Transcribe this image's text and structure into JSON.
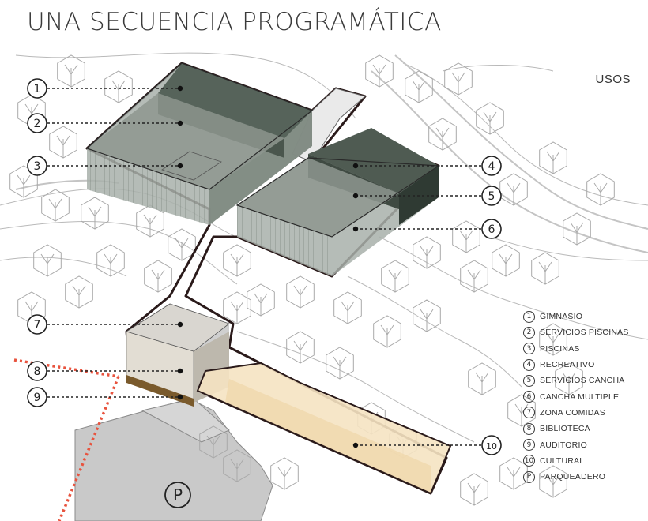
{
  "title": "UNA SECUENCIA PROGRAMÁTICA",
  "usos_label": "USOS",
  "parking_symbol": "P",
  "callouts": [
    {
      "number": "1"
    },
    {
      "number": "2"
    },
    {
      "number": "3"
    },
    {
      "number": "4"
    },
    {
      "number": "5"
    },
    {
      "number": "6"
    },
    {
      "number": "7"
    },
    {
      "number": "8"
    },
    {
      "number": "9"
    },
    {
      "number": "10"
    }
  ],
  "legend": [
    {
      "number": "1",
      "label": "GIMNASIO"
    },
    {
      "number": "2",
      "label": "SERVICIOS PISCINAS"
    },
    {
      "number": "3",
      "label": "PISCINAS"
    },
    {
      "number": "4",
      "label": "RECREATIVO"
    },
    {
      "number": "5",
      "label": "SERVICIOS CANCHA"
    },
    {
      "number": "6",
      "label": "CANCHA MULTIPLE"
    },
    {
      "number": "7",
      "label": "ZONA COMIDAS"
    },
    {
      "number": "8",
      "label": "BIBLIOTECA"
    },
    {
      "number": "9",
      "label": "AUDITORIO"
    },
    {
      "number": "10",
      "label": "CULTURAL"
    },
    {
      "number": "P",
      "label": "PARQUEADERO"
    }
  ],
  "colors": {
    "building_dark": "#56635a",
    "building_light": "#9aa49c",
    "cultural_fill": "#f5e3c2",
    "site_outline": "#2a1a1a",
    "parking_boundary": "#e8533e",
    "road": "#c4c4c4"
  }
}
